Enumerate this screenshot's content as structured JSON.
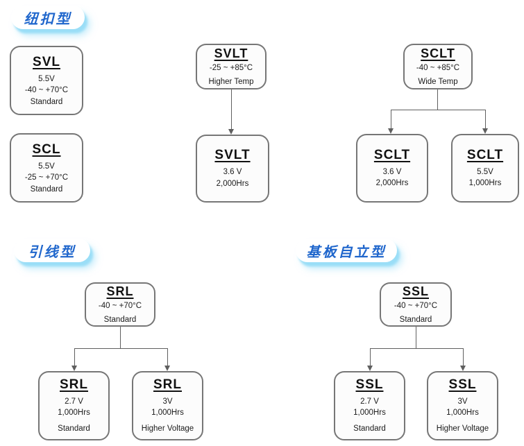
{
  "headers": {
    "button_type": {
      "label": "纽扣型"
    },
    "lead_type": {
      "label": "引线型"
    },
    "board_type": {
      "label": "基板自立型"
    }
  },
  "colors": {
    "header_text": "#1f66cc",
    "header_glow": "#9adef7",
    "node_border": "#767676",
    "node_fill": "#fcfcfc",
    "connector": "#5f5f5f",
    "text": "#1a1a1a"
  },
  "nodes": {
    "svl": {
      "title": "SVL",
      "lines": [
        "5.5V",
        "-40 ~ +70°C",
        "Standard"
      ]
    },
    "scl": {
      "title": "SCL",
      "lines": [
        "5.5V",
        "-25 ~ +70°C",
        "Standard"
      ]
    },
    "svlt_parent": {
      "title": "SVLT",
      "lines": [
        "-25 ~ +85°C",
        "Higher Temp"
      ]
    },
    "svlt_child": {
      "title": "SVLT",
      "lines": [
        "3.6 V",
        "2,000Hrs"
      ]
    },
    "sclt_parent": {
      "title": "SCLT",
      "lines": [
        "-40 ~ +85°C",
        "Wide Temp"
      ]
    },
    "sclt_child_1": {
      "title": "SCLT",
      "lines": [
        "3.6 V",
        "2,000Hrs"
      ]
    },
    "sclt_child_2": {
      "title": "SCLT",
      "lines": [
        "5.5V",
        "1,000Hrs"
      ]
    },
    "srl_parent": {
      "title": "SRL",
      "lines": [
        "-40 ~ +70°C",
        "Standard"
      ]
    },
    "srl_child_1": {
      "title": "SRL",
      "lines": [
        "2.7 V",
        "1,000Hrs",
        "Standard"
      ]
    },
    "srl_child_2": {
      "title": "SRL",
      "lines": [
        "3V",
        "1,000Hrs",
        "Higher Voltage"
      ]
    },
    "ssl_parent": {
      "title": "SSL",
      "lines": [
        "-40 ~ +70°C",
        "Standard"
      ]
    },
    "ssl_child_1": {
      "title": "SSL",
      "lines": [
        "2.7 V",
        "1,000Hrs",
        "Standard"
      ]
    },
    "ssl_child_2": {
      "title": "SSL",
      "lines": [
        "3V",
        "1,000Hrs",
        "Higher Voltage"
      ]
    }
  }
}
